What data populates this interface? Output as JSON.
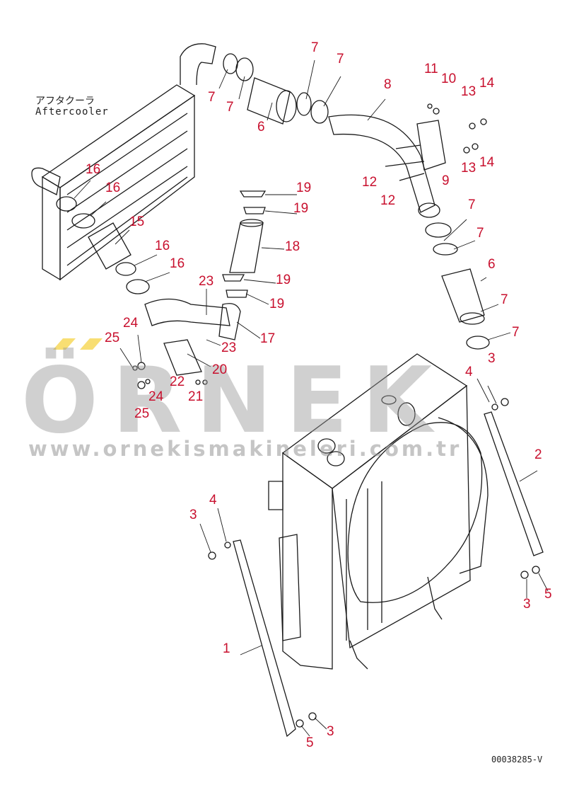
{
  "captions": {
    "japanese": "アフタクーラ",
    "english": "Aftercooler",
    "drawing_code": "00038285-V"
  },
  "watermark": {
    "logo_text": "ÖRNEK",
    "url": "www.ornekismakineleri.com.tr"
  },
  "colors": {
    "callout": "#c8102e",
    "line": "#1a1a1a",
    "watermark": "#969696",
    "watermark_dots": "#f2c200"
  },
  "callouts": [
    "7",
    "7",
    "7",
    "7",
    "6",
    "8",
    "11",
    "10",
    "13",
    "14",
    "13",
    "14",
    "9",
    "12",
    "12",
    "7",
    "7",
    "6",
    "7",
    "7",
    "3",
    "4",
    "2",
    "16",
    "16",
    "15",
    "16",
    "16",
    "19",
    "19",
    "18",
    "19",
    "19",
    "23",
    "23",
    "17",
    "24",
    "25",
    "20",
    "22",
    "21",
    "24",
    "25",
    "3",
    "4",
    "1",
    "5",
    "3",
    "3",
    "5"
  ]
}
